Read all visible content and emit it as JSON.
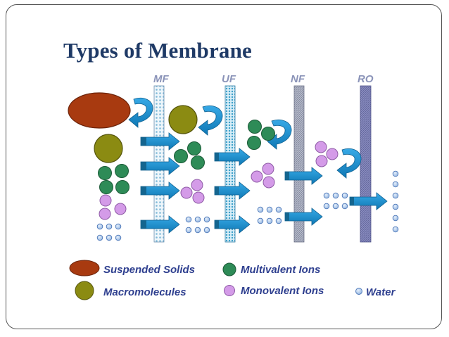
{
  "slide": {
    "title": "Types of Membrane"
  },
  "membranes": [
    {
      "label": "MF"
    },
    {
      "label": "UF"
    },
    {
      "label": "NF"
    },
    {
      "label": "RO"
    }
  ],
  "legend": [
    {
      "label": "Suspended Solids",
      "color": "#a83a10"
    },
    {
      "label": "Multivalent Ions",
      "color": "#2e8b57"
    },
    {
      "label": "Macromolecules",
      "color": "#8b8b12"
    },
    {
      "label": "Monovalent Ions",
      "color": "#d49be8"
    },
    {
      "label": "Water",
      "color": "#a9c4ec"
    }
  ],
  "colors": {
    "title": "#1f3a66",
    "membrane_label": "#8a93b8",
    "arrow_fill": "#1a8fd1",
    "arrow_dark": "#14658f",
    "legend_text": "#2e3f8f",
    "ro_membrane": "#6f72a8",
    "nf_membrane": "#9a9fb4"
  }
}
